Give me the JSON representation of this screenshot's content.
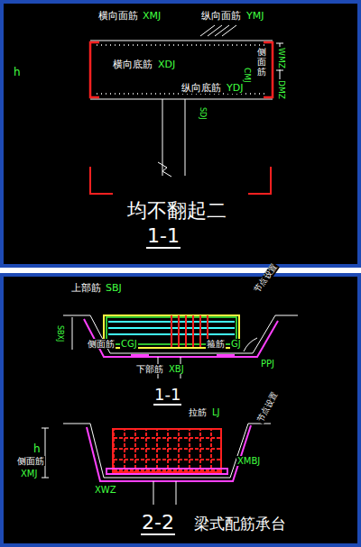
{
  "diagram": {
    "labels": [
      "横向面筋",
      "XMJ",
      "纵向面筋",
      "YMJ",
      "横向底筋",
      "XDJ",
      "纵向底筋",
      "YDJ",
      "h",
      "侧面筋",
      "CMJ",
      "WMZ",
      "DMZ",
      "SDJ",
      "均不翻起二",
      "1-1",
      "上部筋",
      "SBJ",
      "节点设置",
      "SBXJ",
      "侧面筋",
      "CGJ",
      "箍筋",
      "GJ",
      "PPJ",
      "下部筋",
      "XBJ",
      "1-1",
      "拉筋",
      "LJ",
      "节点设置",
      "h",
      "侧面筋",
      "XMJ",
      "XMBJ",
      "XWZ",
      "2-2",
      "梁式配筋承台"
    ]
  }
}
